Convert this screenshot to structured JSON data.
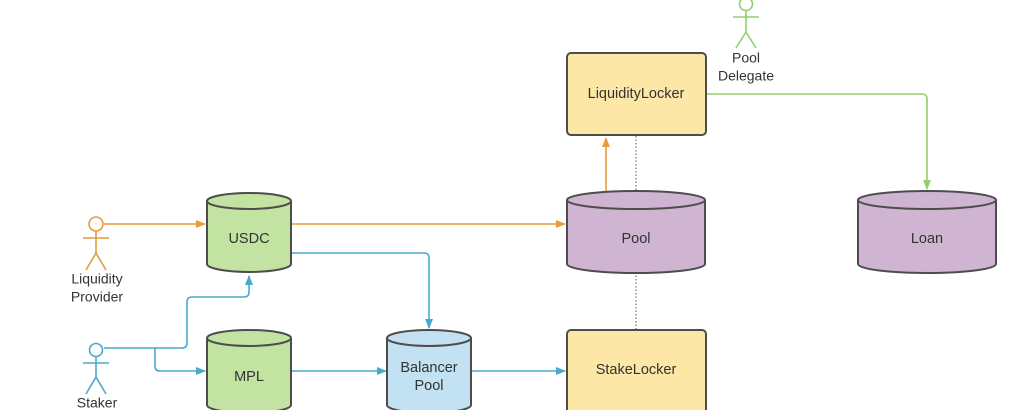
{
  "diagram": {
    "title": "",
    "colors": {
      "orange": "#e89a3c",
      "blue": "#4aa8cf",
      "green": "#93cf6e",
      "dotted": "#555555",
      "outline": "#4d4d4d",
      "green_fill": "#c2e3a2",
      "purple_fill": "#cfb5d2",
      "blue_fill": "#c2e1f2",
      "yellow_fill": "#fde7a6"
    },
    "actors": [
      {
        "id": "liquidity-provider",
        "label_lines": [
          "Liquidity",
          "Provider"
        ],
        "color": "orange"
      },
      {
        "id": "staker",
        "label_lines": [
          "Staker"
        ],
        "color": "blue"
      },
      {
        "id": "pool-delegate",
        "label_lines": [
          "Pool",
          "Delegate"
        ],
        "color": "green"
      }
    ],
    "nodes": [
      {
        "id": "usdc",
        "shape": "cylinder",
        "label_lines": [
          "USDC"
        ],
        "fill": "green_fill"
      },
      {
        "id": "mpl",
        "shape": "cylinder",
        "label_lines": [
          "MPL"
        ],
        "fill": "green_fill"
      },
      {
        "id": "balancer-pool",
        "shape": "cylinder",
        "label_lines": [
          "Balancer",
          "Pool"
        ],
        "fill": "blue_fill"
      },
      {
        "id": "pool",
        "shape": "cylinder",
        "label_lines": [
          "Pool"
        ],
        "fill": "purple_fill"
      },
      {
        "id": "loan",
        "shape": "cylinder",
        "label_lines": [
          "Loan"
        ],
        "fill": "purple_fill"
      },
      {
        "id": "liquidity-locker",
        "shape": "box",
        "label_lines": [
          "LiquidityLocker"
        ],
        "fill": "yellow_fill"
      },
      {
        "id": "stake-locker",
        "shape": "box",
        "label_lines": [
          "StakeLocker"
        ],
        "fill": "yellow_fill"
      }
    ],
    "edges": [
      {
        "from": "liquidity-provider",
        "to": "usdc",
        "color": "orange",
        "style": "arrow"
      },
      {
        "from": "usdc",
        "to": "pool",
        "color": "orange",
        "style": "arrow"
      },
      {
        "from": "pool",
        "to": "liquidity-locker",
        "color": "orange",
        "style": "arrow"
      },
      {
        "from": "staker",
        "to": "usdc",
        "color": "blue",
        "style": "arrow"
      },
      {
        "from": "staker",
        "to": "mpl",
        "color": "blue",
        "style": "arrow"
      },
      {
        "from": "usdc",
        "to": "balancer-pool",
        "color": "blue",
        "style": "arrow"
      },
      {
        "from": "mpl",
        "to": "balancer-pool",
        "color": "blue",
        "style": "arrow"
      },
      {
        "from": "balancer-pool",
        "to": "stake-locker",
        "color": "blue",
        "style": "arrow"
      },
      {
        "from": "liquidity-locker",
        "to": "loan",
        "color": "green",
        "style": "arrow"
      },
      {
        "from": "liquidity-locker",
        "to": "pool",
        "color": "dotted",
        "style": "dotted"
      },
      {
        "from": "pool",
        "to": "stake-locker",
        "color": "dotted",
        "style": "dotted"
      }
    ]
  }
}
